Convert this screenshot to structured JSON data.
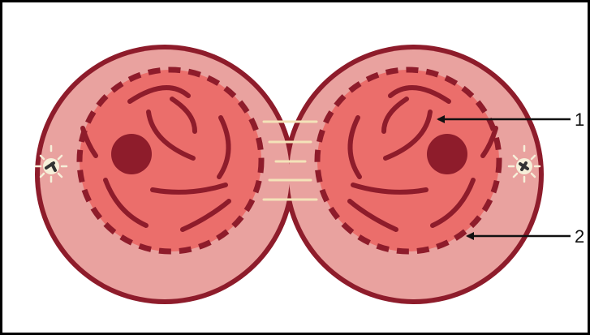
{
  "labels": [
    {
      "id": "callout-1",
      "text": "1"
    },
    {
      "id": "callout-2",
      "text": "2"
    }
  ],
  "colors": {
    "background": "#ffffff",
    "frame": "#000000",
    "cell_membrane": "#8e1c2b",
    "cytoplasm": "#e9a29f",
    "nucleus": "#eb6e6b",
    "nuclear_envelope": "#8e1c2b",
    "chromatin": "#8e1c2b",
    "nucleolus": "#8e1c2b",
    "spindle_fibers": "#f4e3b9",
    "centrosome": "#f6efd9",
    "centriole": "#333333",
    "arrow": "#111111"
  },
  "icons": [
    "centrosome-icon-left",
    "centrosome-icon-right"
  ]
}
